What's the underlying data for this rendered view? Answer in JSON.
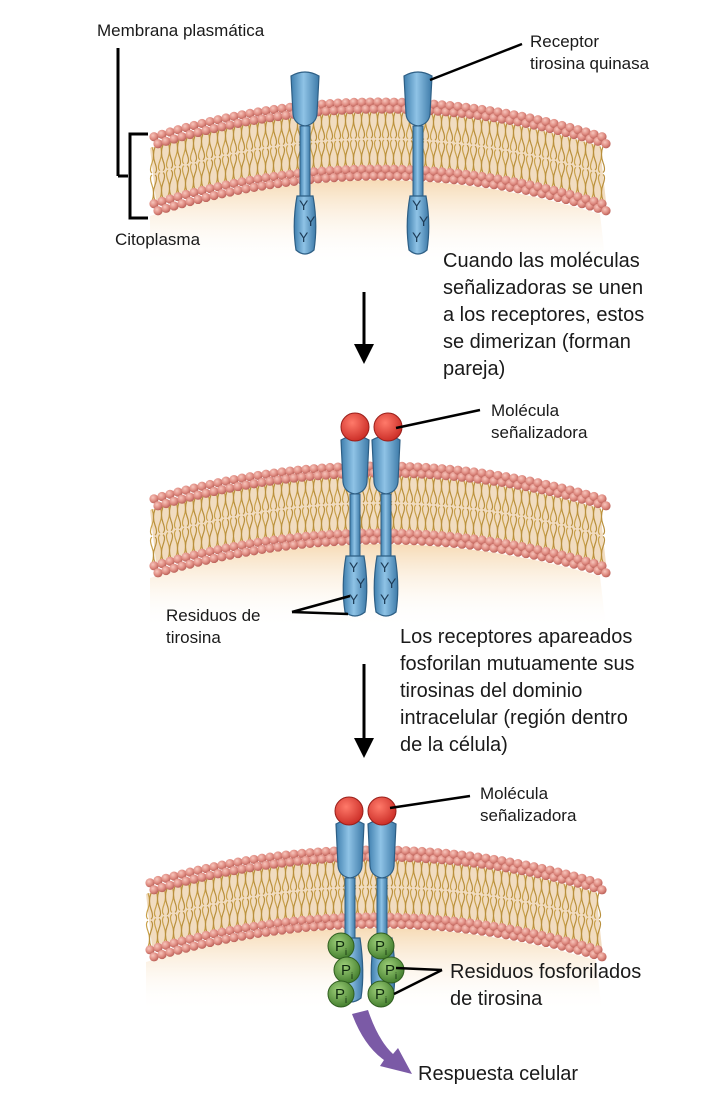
{
  "labels": {
    "plasma_membrane": "Membrana plasmática",
    "cytoplasm": "Citoplasma",
    "receptor": "Receptor\ntirosina quinasa",
    "signal_molecule_1": "Molécula\nseñalizadora",
    "signal_molecule_2": "Molécula\nseñalizadora",
    "tyrosine_residues": "Residuos de\ntirosina",
    "phospho_residues": "Residuos fosforilados\nde tirosina",
    "cell_response": "Respuesta celular"
  },
  "steps": {
    "step1": "Cuando las moléculas\nseñalizadoras se unen\na los receptores, estos\nse dimerizan (forman\npareja)",
    "step2": "Los receptores apareados\nfosforilan mutuamente sus\ntirosinas del dominio\nintracelular (región dentro\nde la célula)"
  },
  "symbols": {
    "tyrosine": "Y",
    "phosphate": "P",
    "phosphate_sub": "i"
  },
  "colors": {
    "lipid_head": "#d9827a",
    "lipid_tail": "#c9a14a",
    "cytoplasm": "#fbe9cf",
    "receptor": "#5f9cc8",
    "signal_molecule": "#e0403a",
    "phosphate": "#5e9b3c",
    "response_arrow": "#7b5aa6"
  }
}
